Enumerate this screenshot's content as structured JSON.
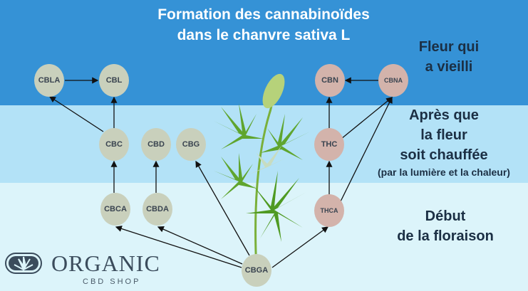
{
  "title": {
    "line1": "Formation des cannabinoïdes",
    "line2": "dans le chanvre sativa L"
  },
  "stages": {
    "aged": {
      "line1": "Fleur qui",
      "line2": "a vieilli"
    },
    "heated": {
      "line1": "Après que",
      "line2": "la fleur",
      "line3": "soit chauffée",
      "note": "(par la lumière et la chaleur)"
    },
    "flowering": {
      "line1": "Début",
      "line2": "de la floraison"
    }
  },
  "nodes": {
    "cbla": "CBLA",
    "cbl": "CBL",
    "cbn": "CBN",
    "cbna": "CBNA",
    "cbc": "CBC",
    "cbd": "CBD",
    "cbg": "CBG",
    "thc": "THC",
    "cbca": "CBCA",
    "cbda": "CBDA",
    "thca": "THCA",
    "cbga": "CBGA"
  },
  "logo": {
    "name": "ORGANIC",
    "subtitle": "CBD SHOP"
  },
  "colors": {
    "top_band": "#3592d6",
    "middle_band": "#b3e2f7",
    "bottom_band": "#dcf4fa",
    "node_green": "#c9d0bc",
    "node_pink": "#d3b3ab"
  }
}
